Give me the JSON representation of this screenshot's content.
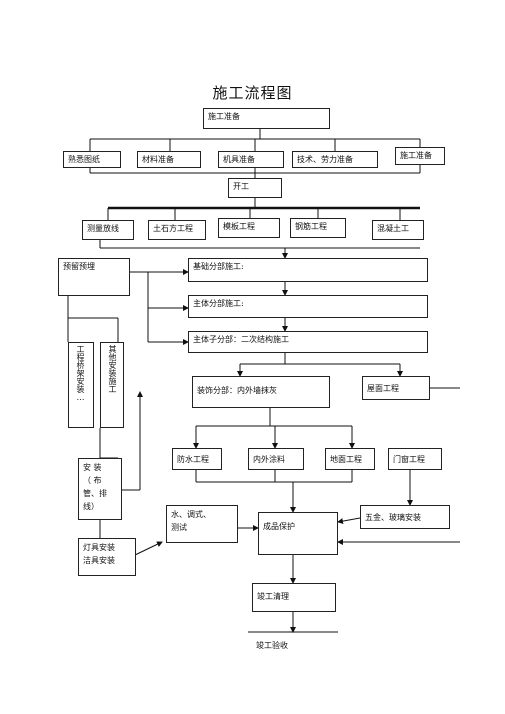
{
  "title": "施工流程图",
  "nodes": {
    "prep": "施工准备",
    "drawings": "熟悉图纸",
    "materials": "材料准备",
    "machinery": "机具准备",
    "tech_labor": "技术、劳力准备",
    "site_prep": "施工准备",
    "start": "开工",
    "survey": "测量放线",
    "earthwork": "土石方工程",
    "formwork": "模板工程",
    "rebar": "钢筋工程",
    "concrete": "混凝土工",
    "embed": "预留预埋",
    "foundation": "基础分部施工:",
    "main": "主体分部施工:",
    "sub": "主体子分部：二次结构施工",
    "decoration": "装饰分部：内外墙抹灰",
    "roof": "屋面工程",
    "left_vertical": "工程桥架安装…",
    "other": "其他安装施工",
    "install_a": "安 装",
    "install_b": "（ 布",
    "install_c": "管、排",
    "install_d": "线）",
    "waterproof": "防水工程",
    "paint": "内外涂料",
    "floor": "地面工程",
    "doors": "门窗工程",
    "water_a": "水、调式、",
    "water_b": "测试",
    "protect": "成品保护",
    "hardware": "五金、玻璃安装",
    "lamps_a": "灯具安装",
    "lamps_b": "洁具安装",
    "cleanup": "竣工清理",
    "acceptance": "竣工验收"
  }
}
